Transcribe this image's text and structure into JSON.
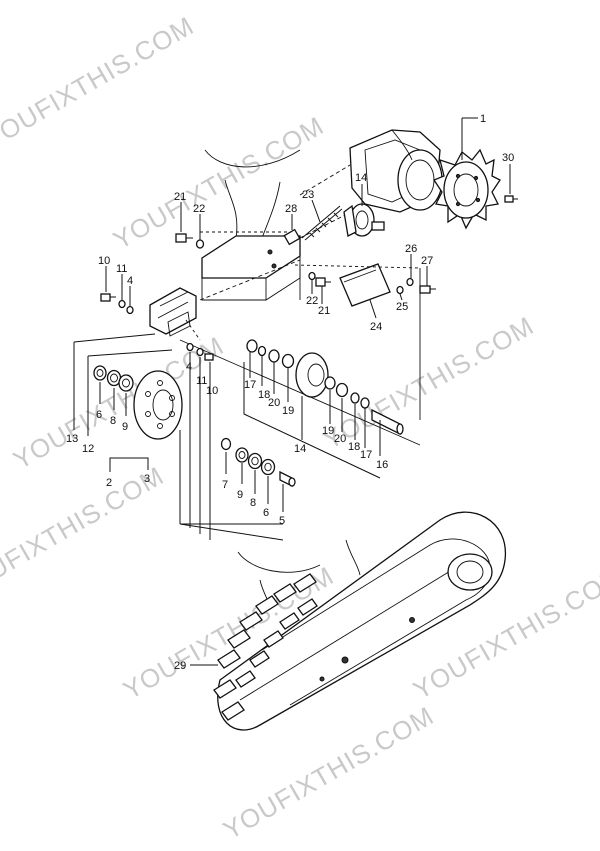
{
  "watermark": "YOUFIXTHIS.COM",
  "watermarks": [
    {
      "text": "YOUFIXTHIS.COM"
    },
    {
      "text": "YOUFIXTHIS.COM"
    },
    {
      "text": "YOUFIXTHIS.COM"
    },
    {
      "text": "YOUFIXTHIS.COM"
    },
    {
      "text": "YOUFIXTHIS.COM"
    },
    {
      "text": "YOUFIXTHIS.COM"
    },
    {
      "text": "YOUFIXTHIS.COM"
    },
    {
      "text": "YOUFIXTHIS.COM"
    }
  ],
  "callouts": [
    {
      "label": "1"
    },
    {
      "label": "30"
    },
    {
      "label": "14"
    },
    {
      "label": "23"
    },
    {
      "label": "28"
    },
    {
      "label": "21"
    },
    {
      "label": "22"
    },
    {
      "label": "10"
    },
    {
      "label": "11"
    },
    {
      "label": "4"
    },
    {
      "label": "26"
    },
    {
      "label": "27"
    },
    {
      "label": "22"
    },
    {
      "label": "21"
    },
    {
      "label": "24"
    },
    {
      "label": "25"
    },
    {
      "label": "4"
    },
    {
      "label": "11"
    },
    {
      "label": "10"
    },
    {
      "label": "17"
    },
    {
      "label": "18"
    },
    {
      "label": "20"
    },
    {
      "label": "19"
    },
    {
      "label": "14"
    },
    {
      "label": "19"
    },
    {
      "label": "20"
    },
    {
      "label": "18"
    },
    {
      "label": "17"
    },
    {
      "label": "16"
    },
    {
      "label": "6"
    },
    {
      "label": "8"
    },
    {
      "label": "9"
    },
    {
      "label": "13"
    },
    {
      "label": "12"
    },
    {
      "label": "7"
    },
    {
      "label": "9"
    },
    {
      "label": "8"
    },
    {
      "label": "6"
    },
    {
      "label": "5"
    },
    {
      "label": "2"
    },
    {
      "label": "3"
    },
    {
      "label": "29"
    }
  ]
}
